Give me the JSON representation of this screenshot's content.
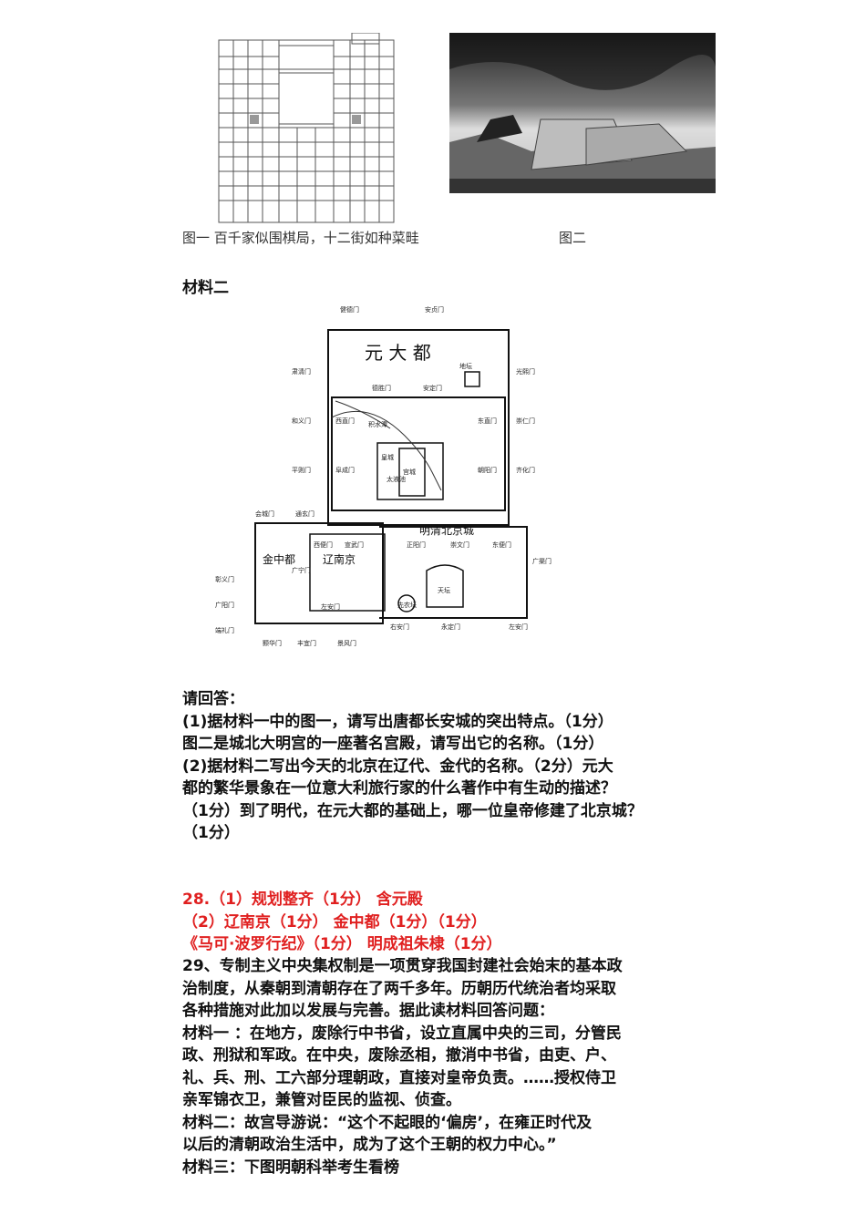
{
  "figures": {
    "fig1_caption": "图一 百千家似围棋局，十二街如种菜畦",
    "fig2_caption": "图二"
  },
  "material2_title": "材料二",
  "map": {
    "yuan": "元 大 都",
    "ming": "明清北京城",
    "jin": "金中都",
    "liao": "辽南京",
    "gates": [
      "健德门",
      "安贞门",
      "光熙门",
      "肃清门",
      "崇仁门",
      "和义门",
      "齐化门",
      "平则门",
      "西直门",
      "东直门",
      "阜成门",
      "朝阳门",
      "德胜门",
      "安定门",
      "会城门",
      "通玄门",
      "西便门",
      "宣武门",
      "正阳门",
      "崇文门",
      "东便门",
      "广宁门",
      "广渠门",
      "彰义门",
      "广阳门",
      "端礼门",
      "丰宜门",
      "景风门",
      "颢华门",
      "永定门",
      "左安门",
      "右安门",
      "左安门"
    ],
    "labels": [
      "地坛",
      "天坛",
      "宫城",
      "先农坛",
      "皇城",
      "太液池",
      "积水潭"
    ]
  },
  "questions": {
    "title": "请回答：",
    "lines": [
      "(1)据材料一中的图一，请写出唐都长安城的突出特点。（1分）",
      "图二是城北大明宫的一座著名宫殿，请写出它的名称。（1分）",
      "(2)据材料二写出今天的北京在辽代、金代的名称。（2分）元大",
      "都的繁华景象在一位意大利旅行家的什么著作中有生动的描述？",
      "（1分）到了明代，在元大都的基础上，哪一位皇帝修建了北京城？",
      "（1分）"
    ]
  },
  "answers": [
    "28.（1）规划整齐（1分） 含元殿",
    "（2）辽南京（1分） 金中都（1分）（1分）",
    "《马可·波罗行纪》（1分） 明成祖朱棣（1分）"
  ],
  "q29": {
    "lines": [
      "29、专制主义中央集权制是一项贯穿我国封建社会始末的基本政",
      "治制度，从秦朝到清朝存在了两千多年。历朝历代统治者均采取",
      "各种措施对此加以发展与完善。据此读材料回答问题：",
      "材料一 ：在地方，废除行中书省，设立直属中央的三司，分管民",
      "政、刑狱和军政。在中央，废除丞相，撤消中书省，由吏、户、",
      "礼、兵、刑、工六部分理朝政，直接对皇帝负责。……授权侍卫",
      "亲军锦衣卫，兼管对臣民的监视、侦查。",
      "材料二：故宫导游说：“这个不起眼的‘偏房’，在雍正时代及",
      "以后的清朝政治生活中，成为了这个王朝的权力中心。”",
      "材料三：下图明朝科举考生看榜"
    ]
  }
}
